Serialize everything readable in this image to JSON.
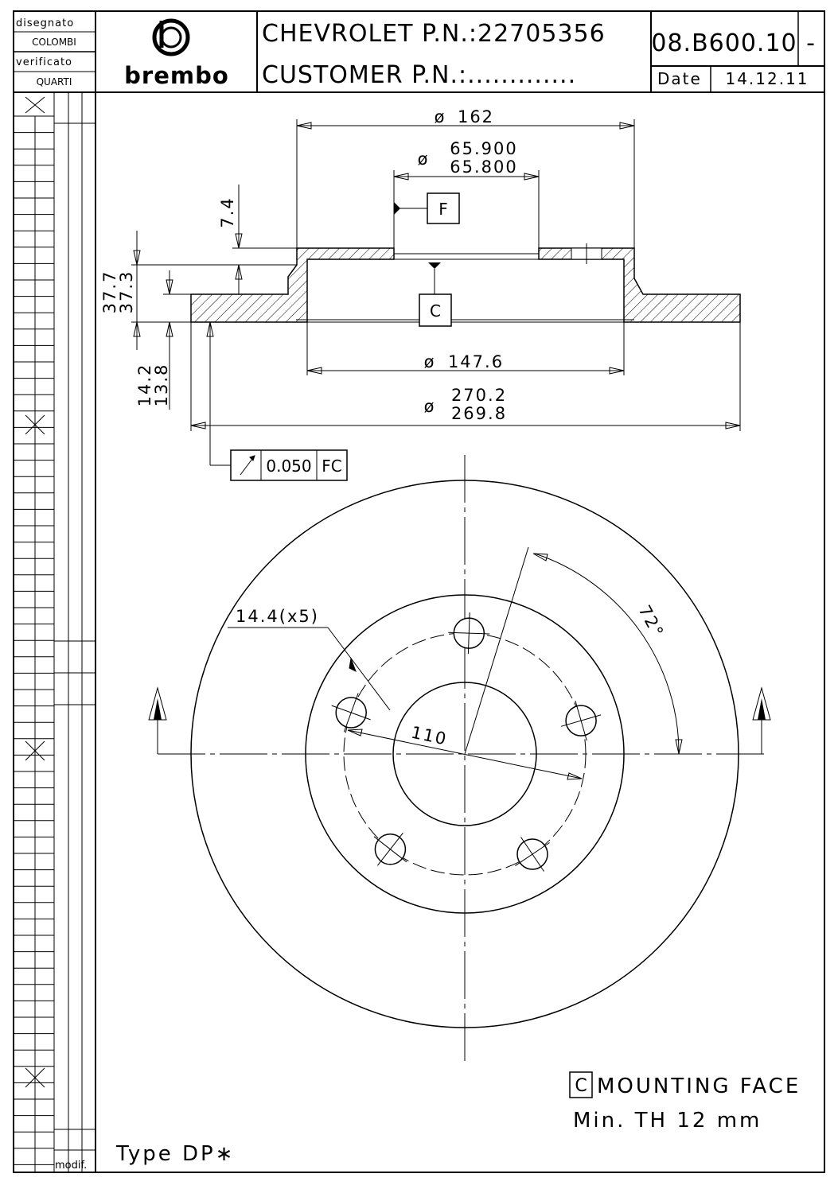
{
  "title_block": {
    "drawn_label": "disegnato",
    "drawn_by": "COLOMBI",
    "checked_label": "verificato",
    "checked_by": "QUARTI",
    "brand": "brembo",
    "oem_line": "CHEVROLET P.N.:22705356",
    "customer_line": "CUSTOMER P.N.:.............",
    "drawing_number": "08.B600.10",
    "revision": "-",
    "date_label": "Date",
    "date_value": "14.12.11",
    "modif_label": "modif."
  },
  "dimensions": {
    "outer_diameter_top": "162",
    "hub_bore_max": "65.900",
    "hub_bore_min": "65.800",
    "hat_height": "7.4",
    "total_height_max": "37.7",
    "total_height_min": "37.3",
    "thickness_max": "14.2",
    "thickness_min": "13.8",
    "inner_diameter": "147.6",
    "disc_diameter_max": "270.2",
    "disc_diameter_min": "269.8",
    "datum_f": "F",
    "datum_c": "C",
    "runout_tolerance": "0.050",
    "runout_datums": "FC",
    "bolt_holes": "14.4(x5)",
    "bolt_circle": "110",
    "bolt_angle": "72°",
    "diameter_symbol": "ø"
  },
  "notes": {
    "mounting_face_box": "C",
    "mounting_face": "MOUNTING FACE",
    "min_thickness": "Min. TH 12 mm",
    "type": "Type DP∗"
  }
}
